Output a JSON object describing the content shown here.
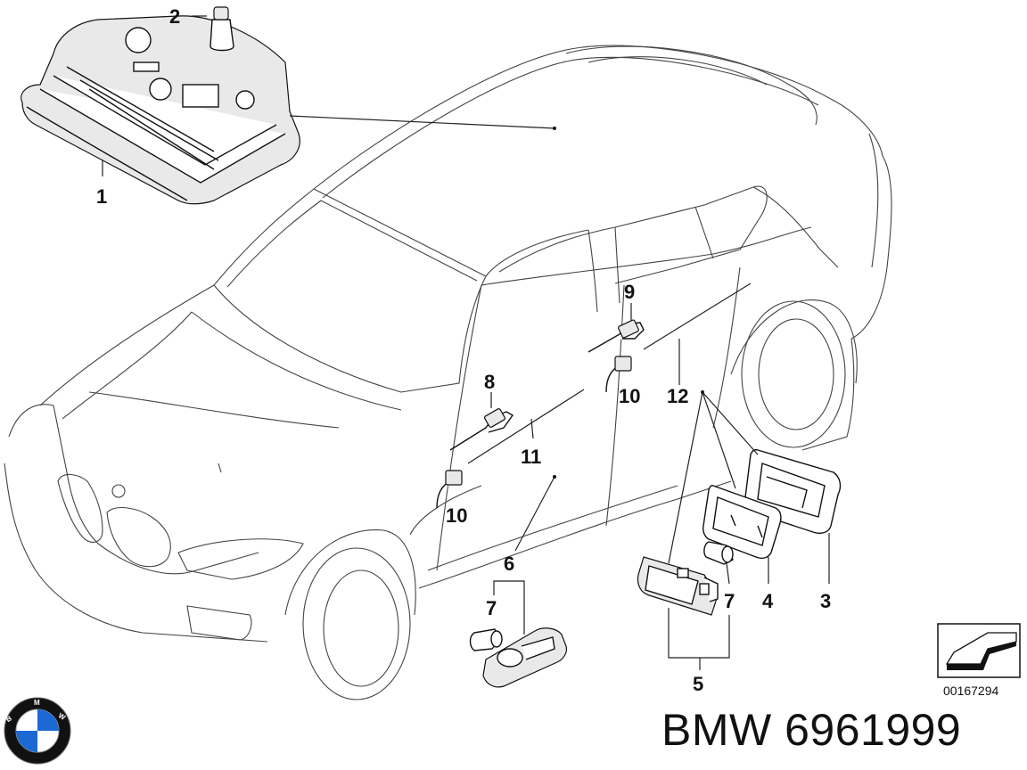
{
  "callouts": {
    "c1": "1",
    "c2": "2",
    "c3": "3",
    "c4": "4",
    "c5": "5",
    "c6": "6",
    "c7a": "7",
    "c7b": "7",
    "c8": "8",
    "c9": "9",
    "c10a": "10",
    "c10b": "10",
    "c11": "11",
    "c12": "12"
  },
  "diagram_id": "00167294",
  "part_number": "BMW 6961999",
  "logo": {
    "text": "B M W",
    "icon": "bmw-roundel-icon",
    "colors": {
      "blue": "#1c69d4",
      "black": "#111111",
      "white": "#ffffff"
    }
  }
}
